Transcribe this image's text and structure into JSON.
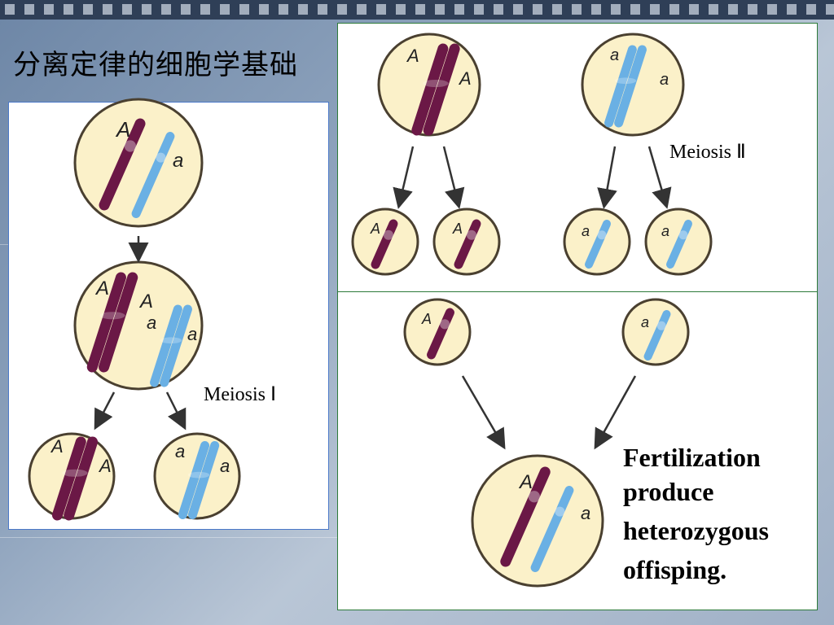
{
  "title": "分离定律的细胞学基础",
  "labels": {
    "meiosis1": "Meiosis Ⅰ",
    "meiosis2": "Meiosis Ⅱ",
    "fertilization_lines": [
      "Fertilization",
      "produce",
      "heterozygous",
      "offisping."
    ]
  },
  "alleles": {
    "dominant": "A",
    "recessive": "a"
  },
  "colors": {
    "cell_fill": "#fbf1c9",
    "cell_border": "#4a4030",
    "dominant_chromosome": "#6b1846",
    "recessive_chromosome": "#6ab0e4",
    "arrow": "#333333"
  }
}
